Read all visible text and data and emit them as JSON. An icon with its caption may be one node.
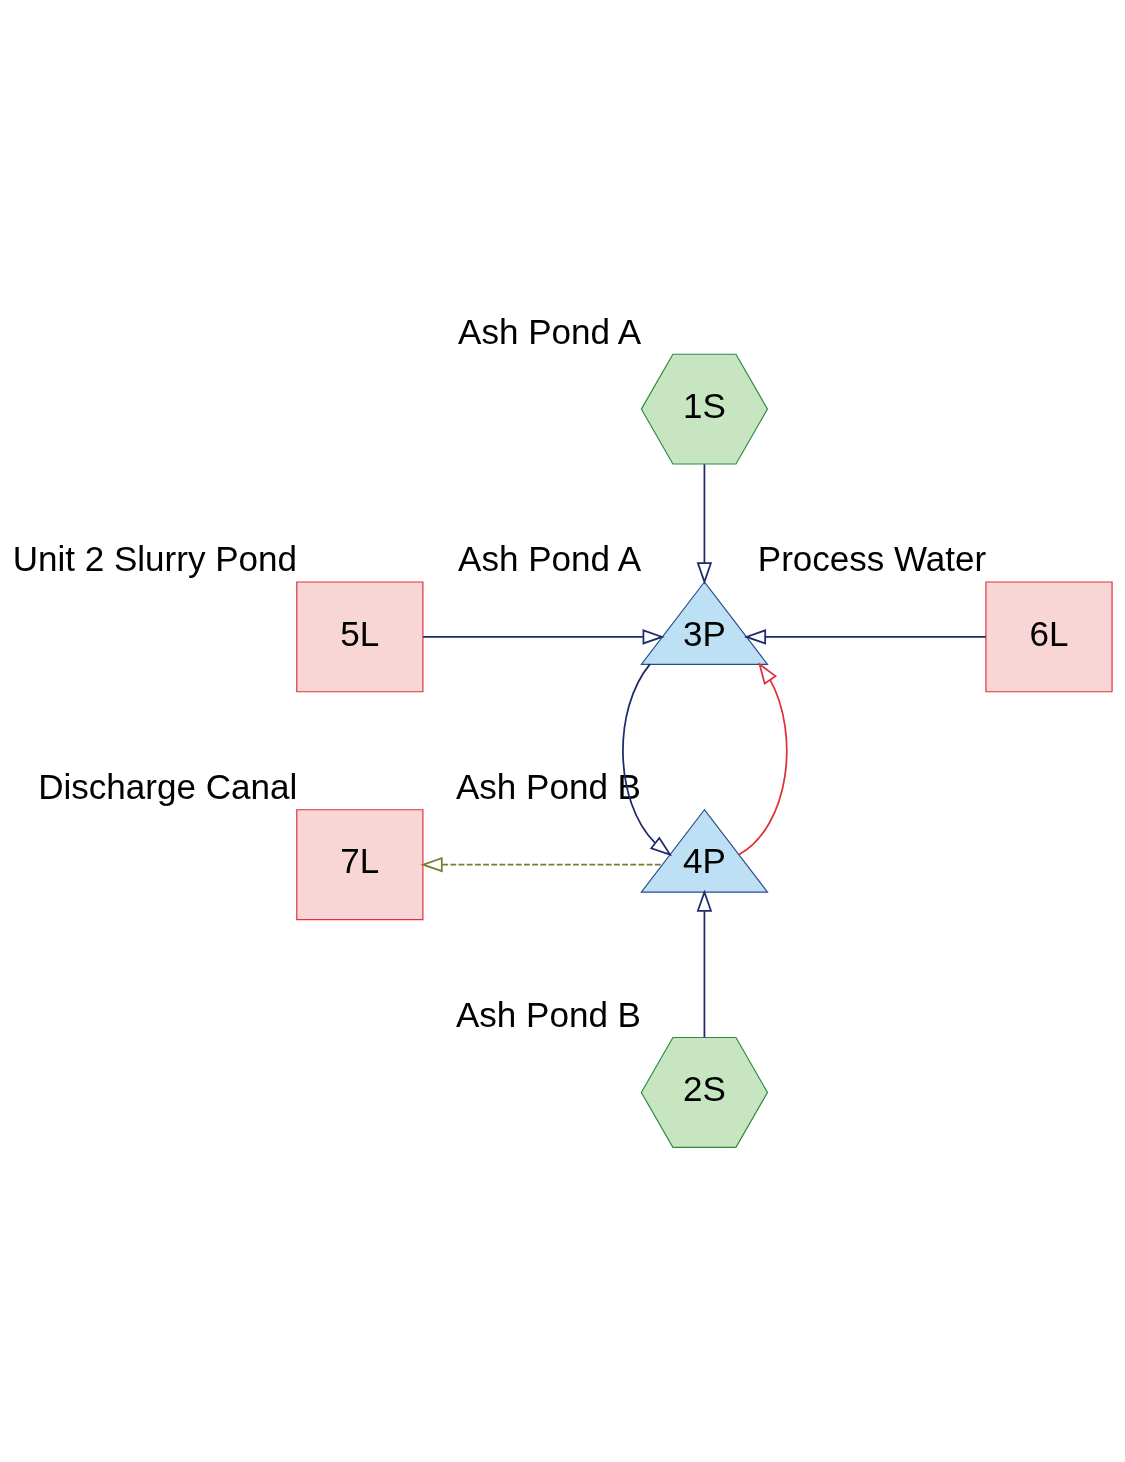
{
  "diagram": {
    "nodes": [
      {
        "text": [
          "1S"
        ],
        "beside": [
          "Ash Pond A"
        ]
      },
      {
        "text": [
          "5L"
        ],
        "beside": [
          "Unit 2 Slurry Pond"
        ]
      },
      {
        "text": [
          "3P"
        ],
        "beside": [
          "Ash Pond A"
        ]
      },
      {
        "text": [
          "6L"
        ],
        "beside": [
          "Process Water"
        ]
      },
      {
        "text": [
          "7L"
        ],
        "beside": [
          "Discharge Canal"
        ]
      },
      {
        "text": [
          "4P"
        ],
        "beside": [
          "Ash Pond B"
        ]
      },
      {
        "text": [
          "2S"
        ],
        "beside": [
          "Ash Pond B"
        ]
      }
    ],
    "edges": [
      {
        "from": 0,
        "to": 2,
        "arrow": "to"
      },
      {
        "from": 1,
        "to": 2,
        "arrow": "to"
      },
      {
        "from": 3,
        "to": 2,
        "arrow": "to"
      },
      {
        "from": 2,
        "to": 5,
        "arrow": "to"
      },
      {
        "from": 5,
        "to": 2,
        "arrow": "to",
        "color": "#e0303a"
      },
      {
        "from": 5,
        "to": 4,
        "arrow": "to",
        "style": "dashed",
        "color": "#7a7a30"
      },
      {
        "from": 6,
        "to": 5,
        "arrow": "to"
      }
    ]
  }
}
